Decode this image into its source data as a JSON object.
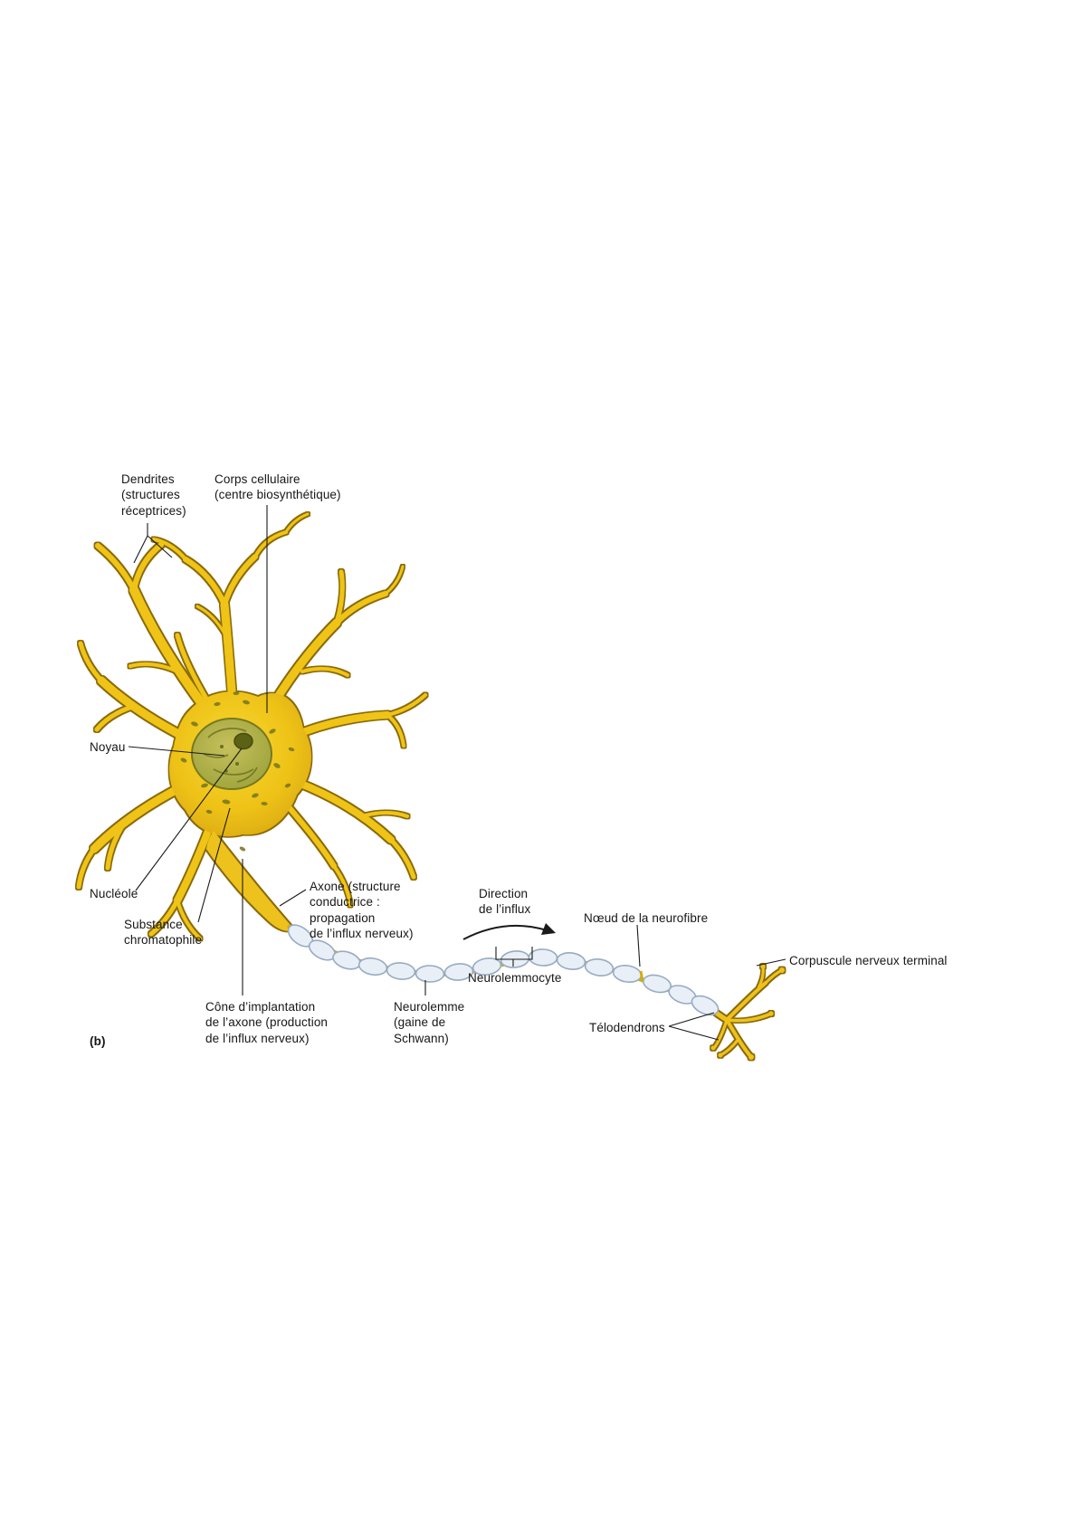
{
  "figure": {
    "panel_label": "(b)",
    "subject": "neurone (schéma légendé)",
    "labels": {
      "dendrites": "Dendrites\n(structures\nréceptrices)",
      "corps_cellulaire": "Corps cellulaire\n(centre biosynthétique)",
      "noyau": "Noyau",
      "nucleole": "Nucléole",
      "substance_chromatophile": "Substance\nchromatophile",
      "axone": "Axone (structure\nconductrice :\npropagation\nde l’influx nerveux)",
      "cone_implantation": "Cône d’implantation\nde l’axone (production\nde l’influx nerveux)",
      "direction_influx": "Direction\nde l’influx",
      "noeud_neurofibre": "Nœud de la neurofibre",
      "neurolemmocyte": "Neurolemmocyte",
      "neurolemme": "Neurolemme\n(gaine de\nSchwann)",
      "corpuscule_terminal": "Corpuscule nerveux terminal",
      "telodendrons": "Télodendrons"
    },
    "colors": {
      "neuron_yellow": "#efc414",
      "neuron_outline": "#8a6a08",
      "nucleus_green": "#a8a33c",
      "nucleolus_green": "#5c6214",
      "myelin_fill": "#e9eff6",
      "myelin_outline": "#97abc2",
      "label_text": "#161616"
    }
  }
}
